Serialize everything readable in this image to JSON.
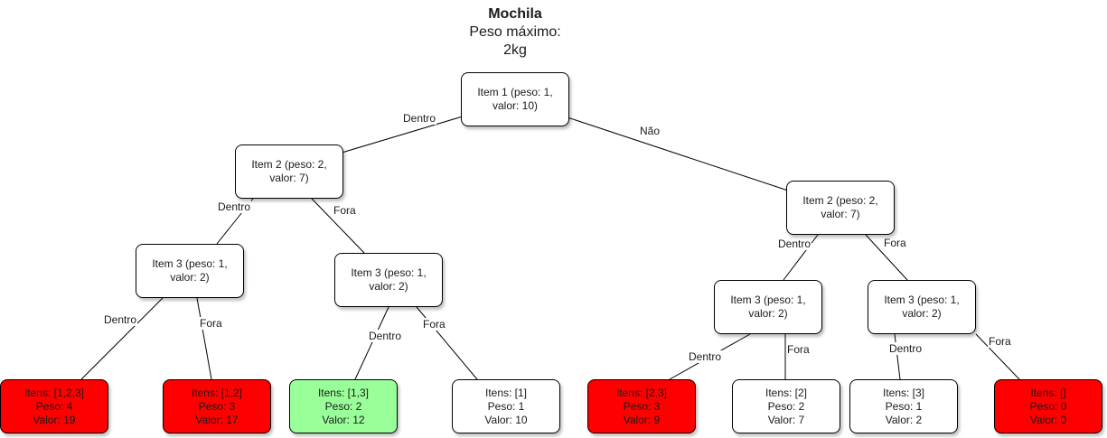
{
  "title": {
    "line1": "Mochila",
    "line2": "Peso máximo:",
    "line3": "2kg"
  },
  "nodes": {
    "root": {
      "line1": "Item 1 (peso: 1,",
      "line2": "valor: 10)"
    },
    "l_i2": {
      "line1": "Item 2 (peso: 2,",
      "line2": "valor: 7)"
    },
    "r_i2": {
      "line1": "Item 2 (peso: 2,",
      "line2": "valor: 7)"
    },
    "ll_i3": {
      "line1": "Item 3 (peso: 1,",
      "line2": "valor: 2)"
    },
    "lr_i3": {
      "line1": "Item 3 (peso: 1,",
      "line2": "valor: 2)"
    },
    "rl_i3": {
      "line1": "Item 3 (peso: 1,",
      "line2": "valor: 2)"
    },
    "rr_i3": {
      "line1": "Item 3 (peso: 1,",
      "line2": "valor: 2)"
    }
  },
  "leaves": [
    {
      "itens": "Itens: [1,2,3]",
      "peso": "Peso: 4",
      "valor": "Valor: 19",
      "status": "red"
    },
    {
      "itens": "Itens: [1,2]",
      "peso": "Peso: 3",
      "valor": "Valor: 17",
      "status": "red"
    },
    {
      "itens": "Itens: [1,3]",
      "peso": "Peso: 2",
      "valor": "Valor: 12",
      "status": "green"
    },
    {
      "itens": "Itens: [1]",
      "peso": "Peso: 1",
      "valor": "Valor: 10",
      "status": "white"
    },
    {
      "itens": "Itens: [2,3]",
      "peso": "Peso: 3",
      "valor": "Valor: 9",
      "status": "red"
    },
    {
      "itens": "Itens: [2]",
      "peso": "Peso: 2",
      "valor": "Valor: 7",
      "status": "white"
    },
    {
      "itens": "Itens: [3]",
      "peso": "Peso: 1",
      "valor": "Valor: 2",
      "status": "white"
    },
    {
      "itens": "Itens: []",
      "peso": "Peso: 0",
      "valor": "Valor: 0",
      "status": "red"
    }
  ],
  "edge_labels": {
    "root_left": "Dentro",
    "root_right": "Não",
    "l_left": "Dentro",
    "l_right": "Fora",
    "r_left": "Dentro",
    "r_right": "Fora",
    "ll_left": "Dentro",
    "ll_right": "Fora",
    "lr_left": "Dentro",
    "lr_right": "Fora",
    "rl_left": "Dentro",
    "rl_right": "Fora",
    "rr_left": "Dentro",
    "rr_right": "Fora"
  },
  "colors": {
    "red": "#ff0000",
    "green": "#99ff99",
    "white": "#ffffff"
  }
}
